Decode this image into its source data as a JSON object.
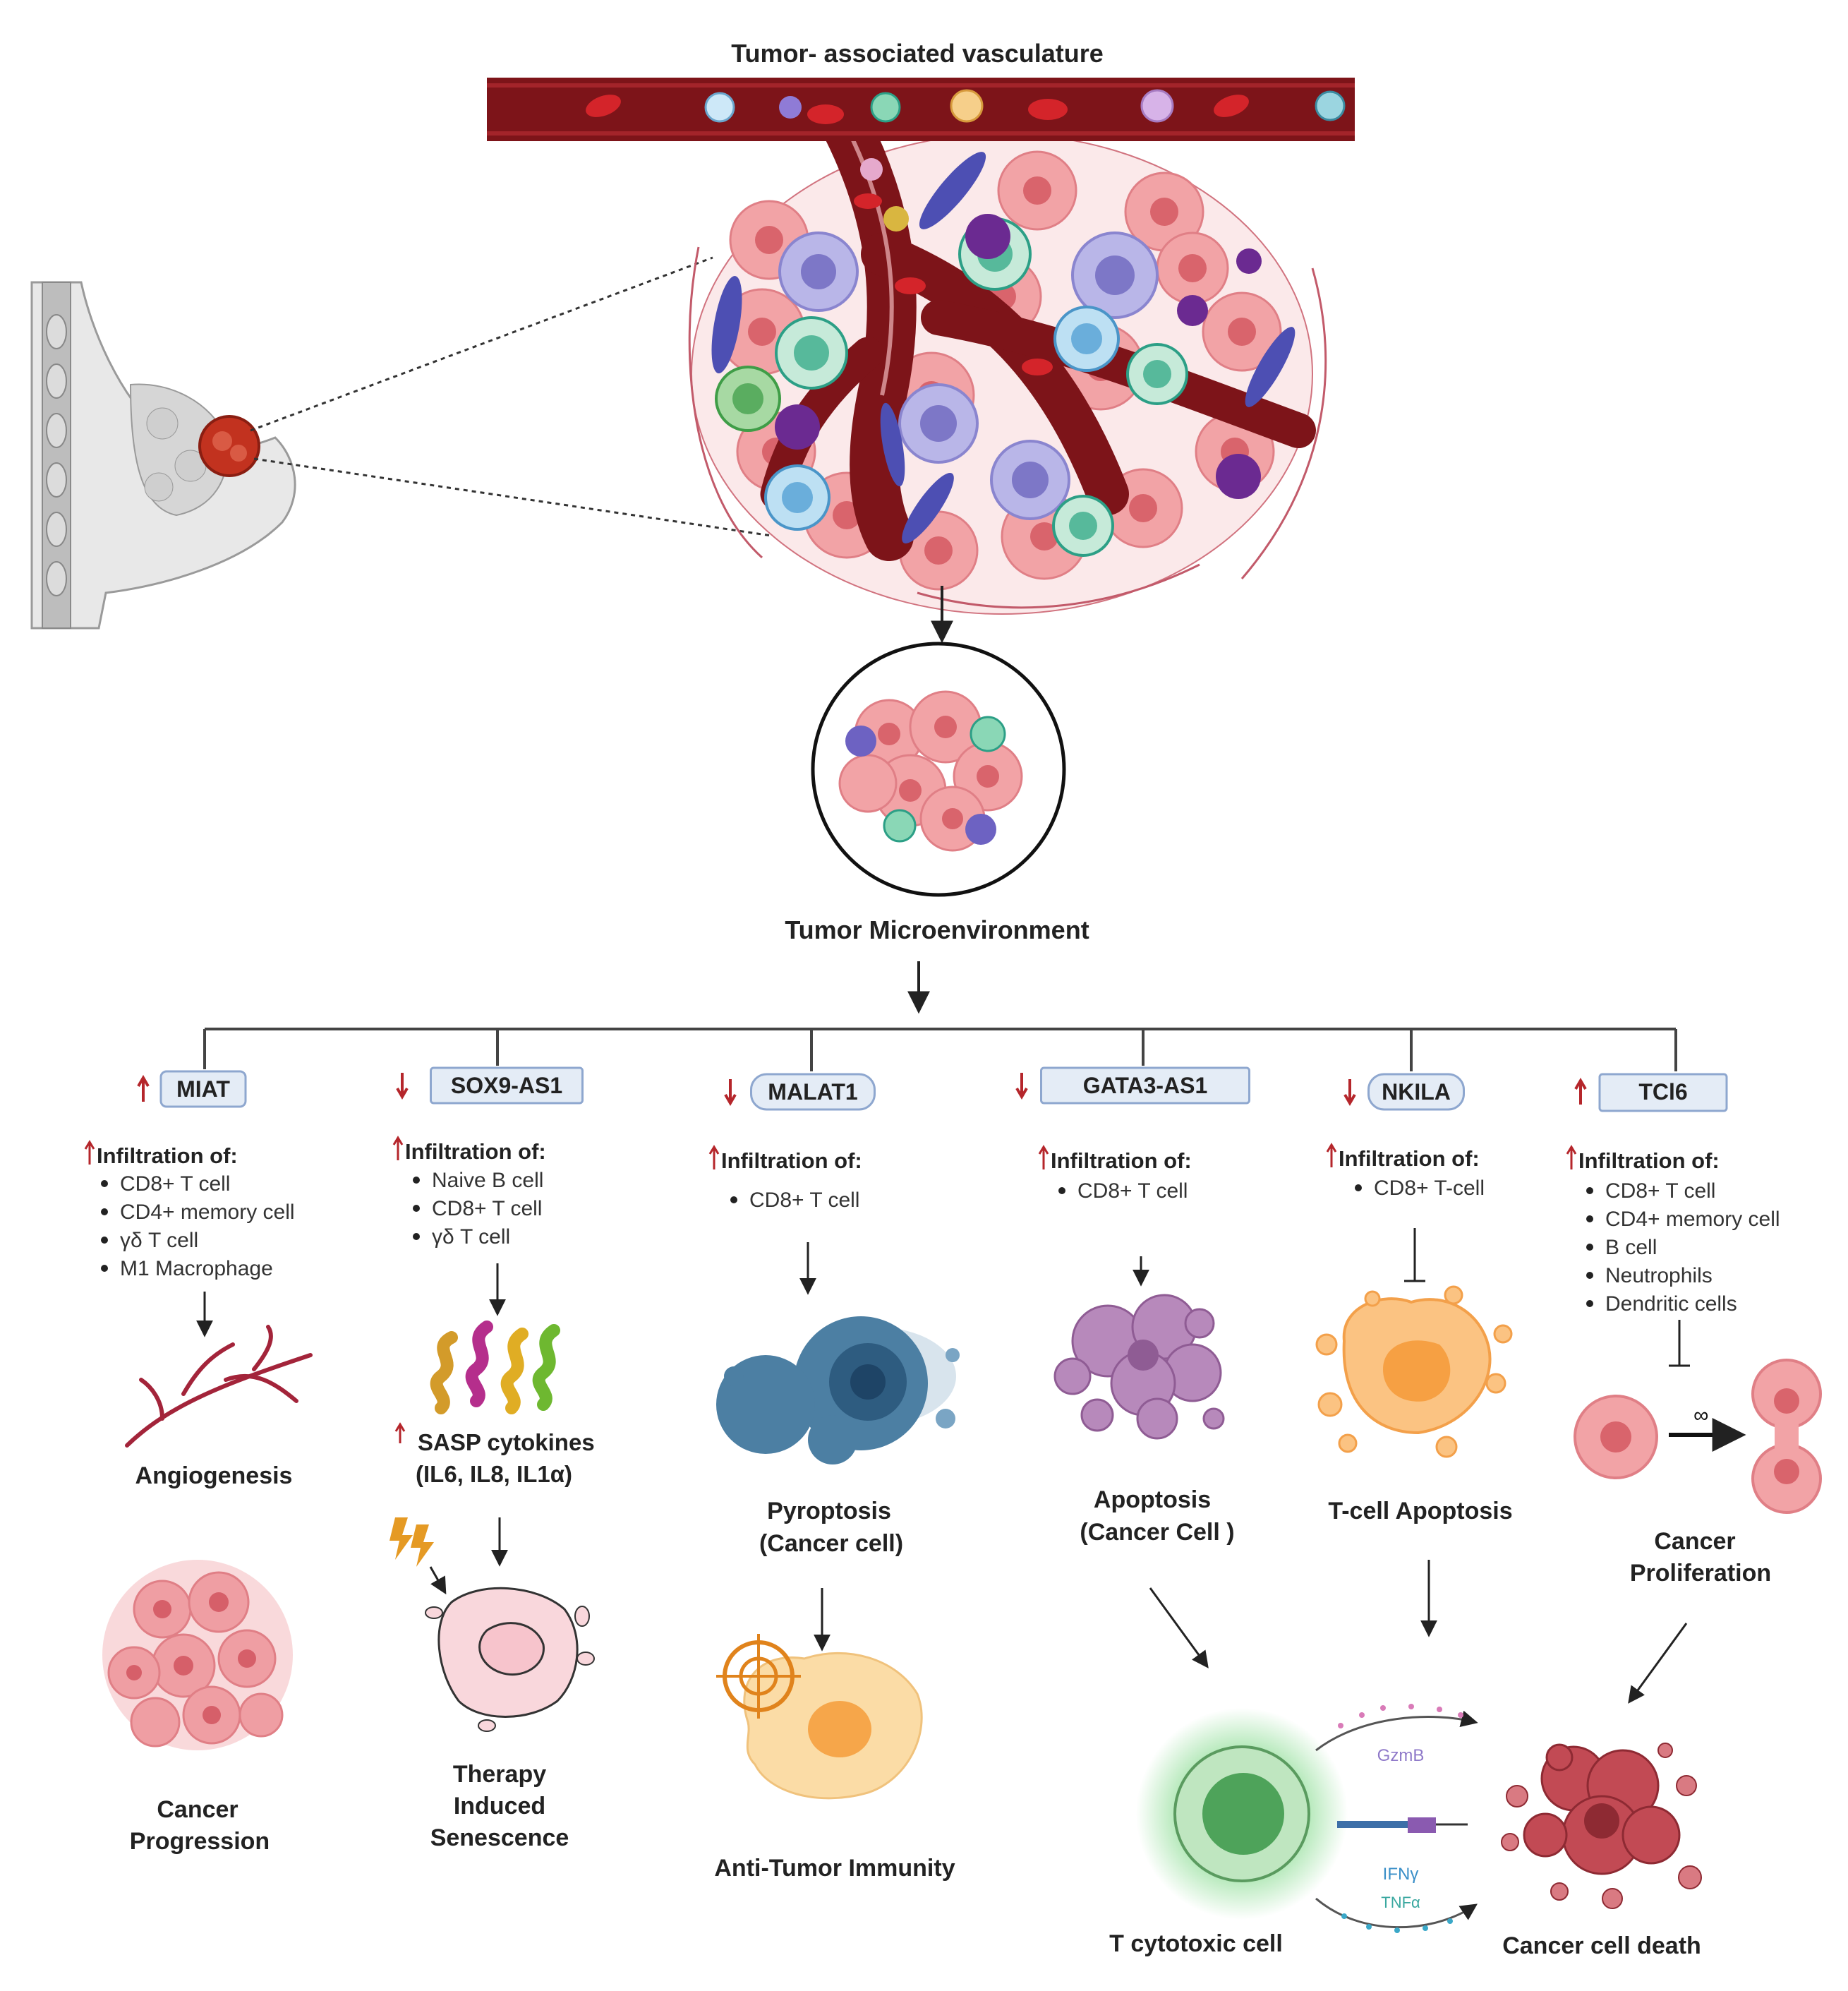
{
  "title_vasculature": "Tumor- associated vasculature",
  "tme_label": "Tumor Microenvironment",
  "genes": [
    {
      "name": "MIAT",
      "direction": "up"
    },
    {
      "name": "SOX9-AS1",
      "direction": "down"
    },
    {
      "name": "MALAT1",
      "direction": "down"
    },
    {
      "name": "GATA3-AS1",
      "direction": "down"
    },
    {
      "name": "NKILA",
      "direction": "down"
    },
    {
      "name": "TCl6",
      "direction": "up"
    }
  ],
  "infiltration_heading": "Infiltration of:",
  "infiltration_lists": [
    [
      "CD8+ T cell",
      "CD4+ memory cell",
      "γδ T cell",
      "M1 Macrophage"
    ],
    [
      "Naive B cell",
      "CD8+ T cell",
      "γδ T cell"
    ],
    [
      "CD8+ T cell"
    ],
    [
      "CD8+ T cell"
    ],
    [
      "CD8+ T-cell"
    ],
    [
      "CD8+ T cell",
      "CD4+ memory cell",
      "B  cell",
      "Neutrophils",
      "Dendritic cells"
    ]
  ],
  "outcomes": {
    "angiogenesis": "Angiogenesis",
    "cancer_progression": [
      "Cancer",
      "Progression"
    ],
    "sasp": [
      "SASP cytokines",
      "(IL6, IL8, IL1α)"
    ],
    "tis": [
      "Therapy",
      "Induced",
      "Senescence"
    ],
    "pyroptosis": [
      "Pyroptosis",
      "(Cancer cell)"
    ],
    "anti_tumor": "Anti-Tumor Immunity",
    "apoptosis": [
      "Apoptosis",
      "(Cancer Cell )"
    ],
    "tcell_apoptosis": "T-cell Apoptosis",
    "proliferation": [
      "Cancer",
      "Proliferation"
    ],
    "cancer_death": "Cancer cell death",
    "t_cytotoxic": "T cytotoxic cell",
    "gzmb": "GzmB",
    "ifng": "IFNγ",
    "tnfa": "TNFα"
  },
  "colors": {
    "vessel": "#7d1419",
    "vessel_inner": "#a3242a",
    "cancer_cell": "#f2a3a6",
    "up_arrow": "#b5262b",
    "gene_box": "#e4ecf6",
    "gene_border": "#8ea7cf"
  }
}
